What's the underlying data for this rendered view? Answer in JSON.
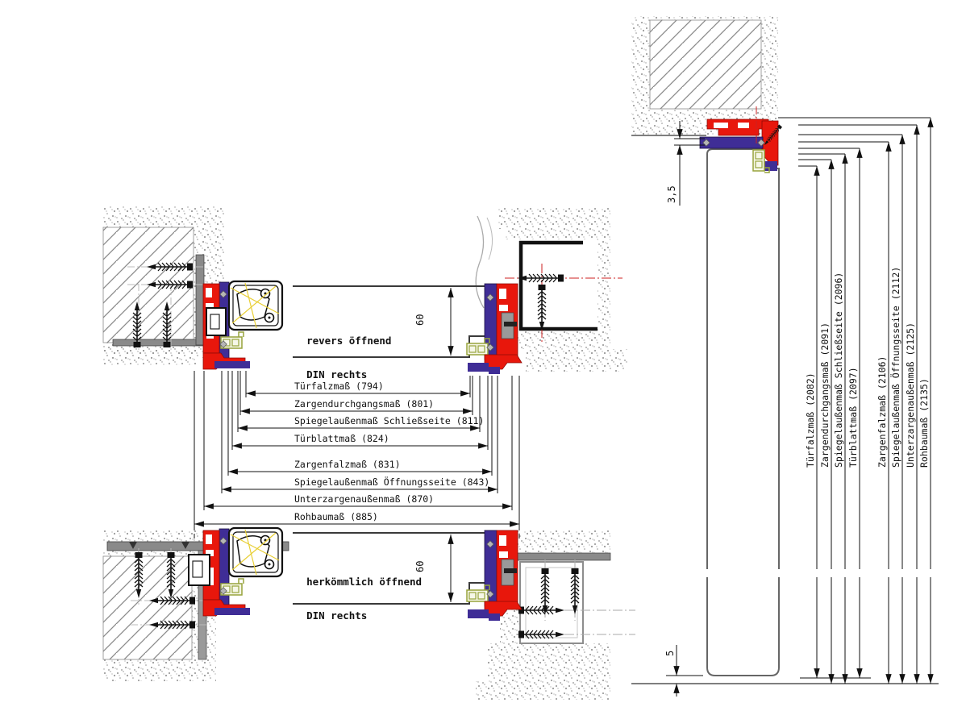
{
  "annotations": {
    "top": {
      "line1": "revers öffnend",
      "line2": "DIN rechts"
    },
    "bottom": {
      "line1": "herkömmlich öffnend",
      "line2": "DIN rechts"
    }
  },
  "mid_dims": [
    {
      "text": "Türfalzmaß (794)"
    },
    {
      "text": "Zargendurchgangsmaß (801)"
    },
    {
      "text": "Spiegelaußenmaß Schließseite (811)"
    },
    {
      "text": "Türblattmaß (824)"
    },
    {
      "text": "Zargenfalzmaß (831)"
    },
    {
      "text": "Spiegelaußenmaß Öffnungsseite (843)"
    },
    {
      "text": "Unterzargenaußenmaß (870)"
    },
    {
      "text": "Rohbaumaß (885)"
    }
  ],
  "right_dims": [
    {
      "text": "Türfalzmaß (2082)"
    },
    {
      "text": "Zargendurchgangsmaß (2091)"
    },
    {
      "text": "Spiegelaußenmaß Schließseite (2096)"
    },
    {
      "text": "Türblattmaß (2097)"
    },
    {
      "text": "Zargenfalzmaß (2106)"
    },
    {
      "text": "Spiegelaußenmaß Öffnungsseite (2112)"
    },
    {
      "text": "Unterzargenaußenmaß (2125)"
    },
    {
      "text": "Rohbaumaß (2135)"
    }
  ],
  "small_dims": {
    "door_thickness_top": "60",
    "door_thickness_bottom": "60",
    "head_gap": "3,5",
    "floor_gap": "5"
  },
  "colors": {
    "frame_red": "#e8170c",
    "seal_purple": "#3f2d96",
    "gasket_green": "#97a43c",
    "hinge_yellow": "#e8cf35",
    "centerline_red": "#cc2222",
    "dimension_black": "#111111",
    "masonry_gray": "#8f8f8f"
  }
}
